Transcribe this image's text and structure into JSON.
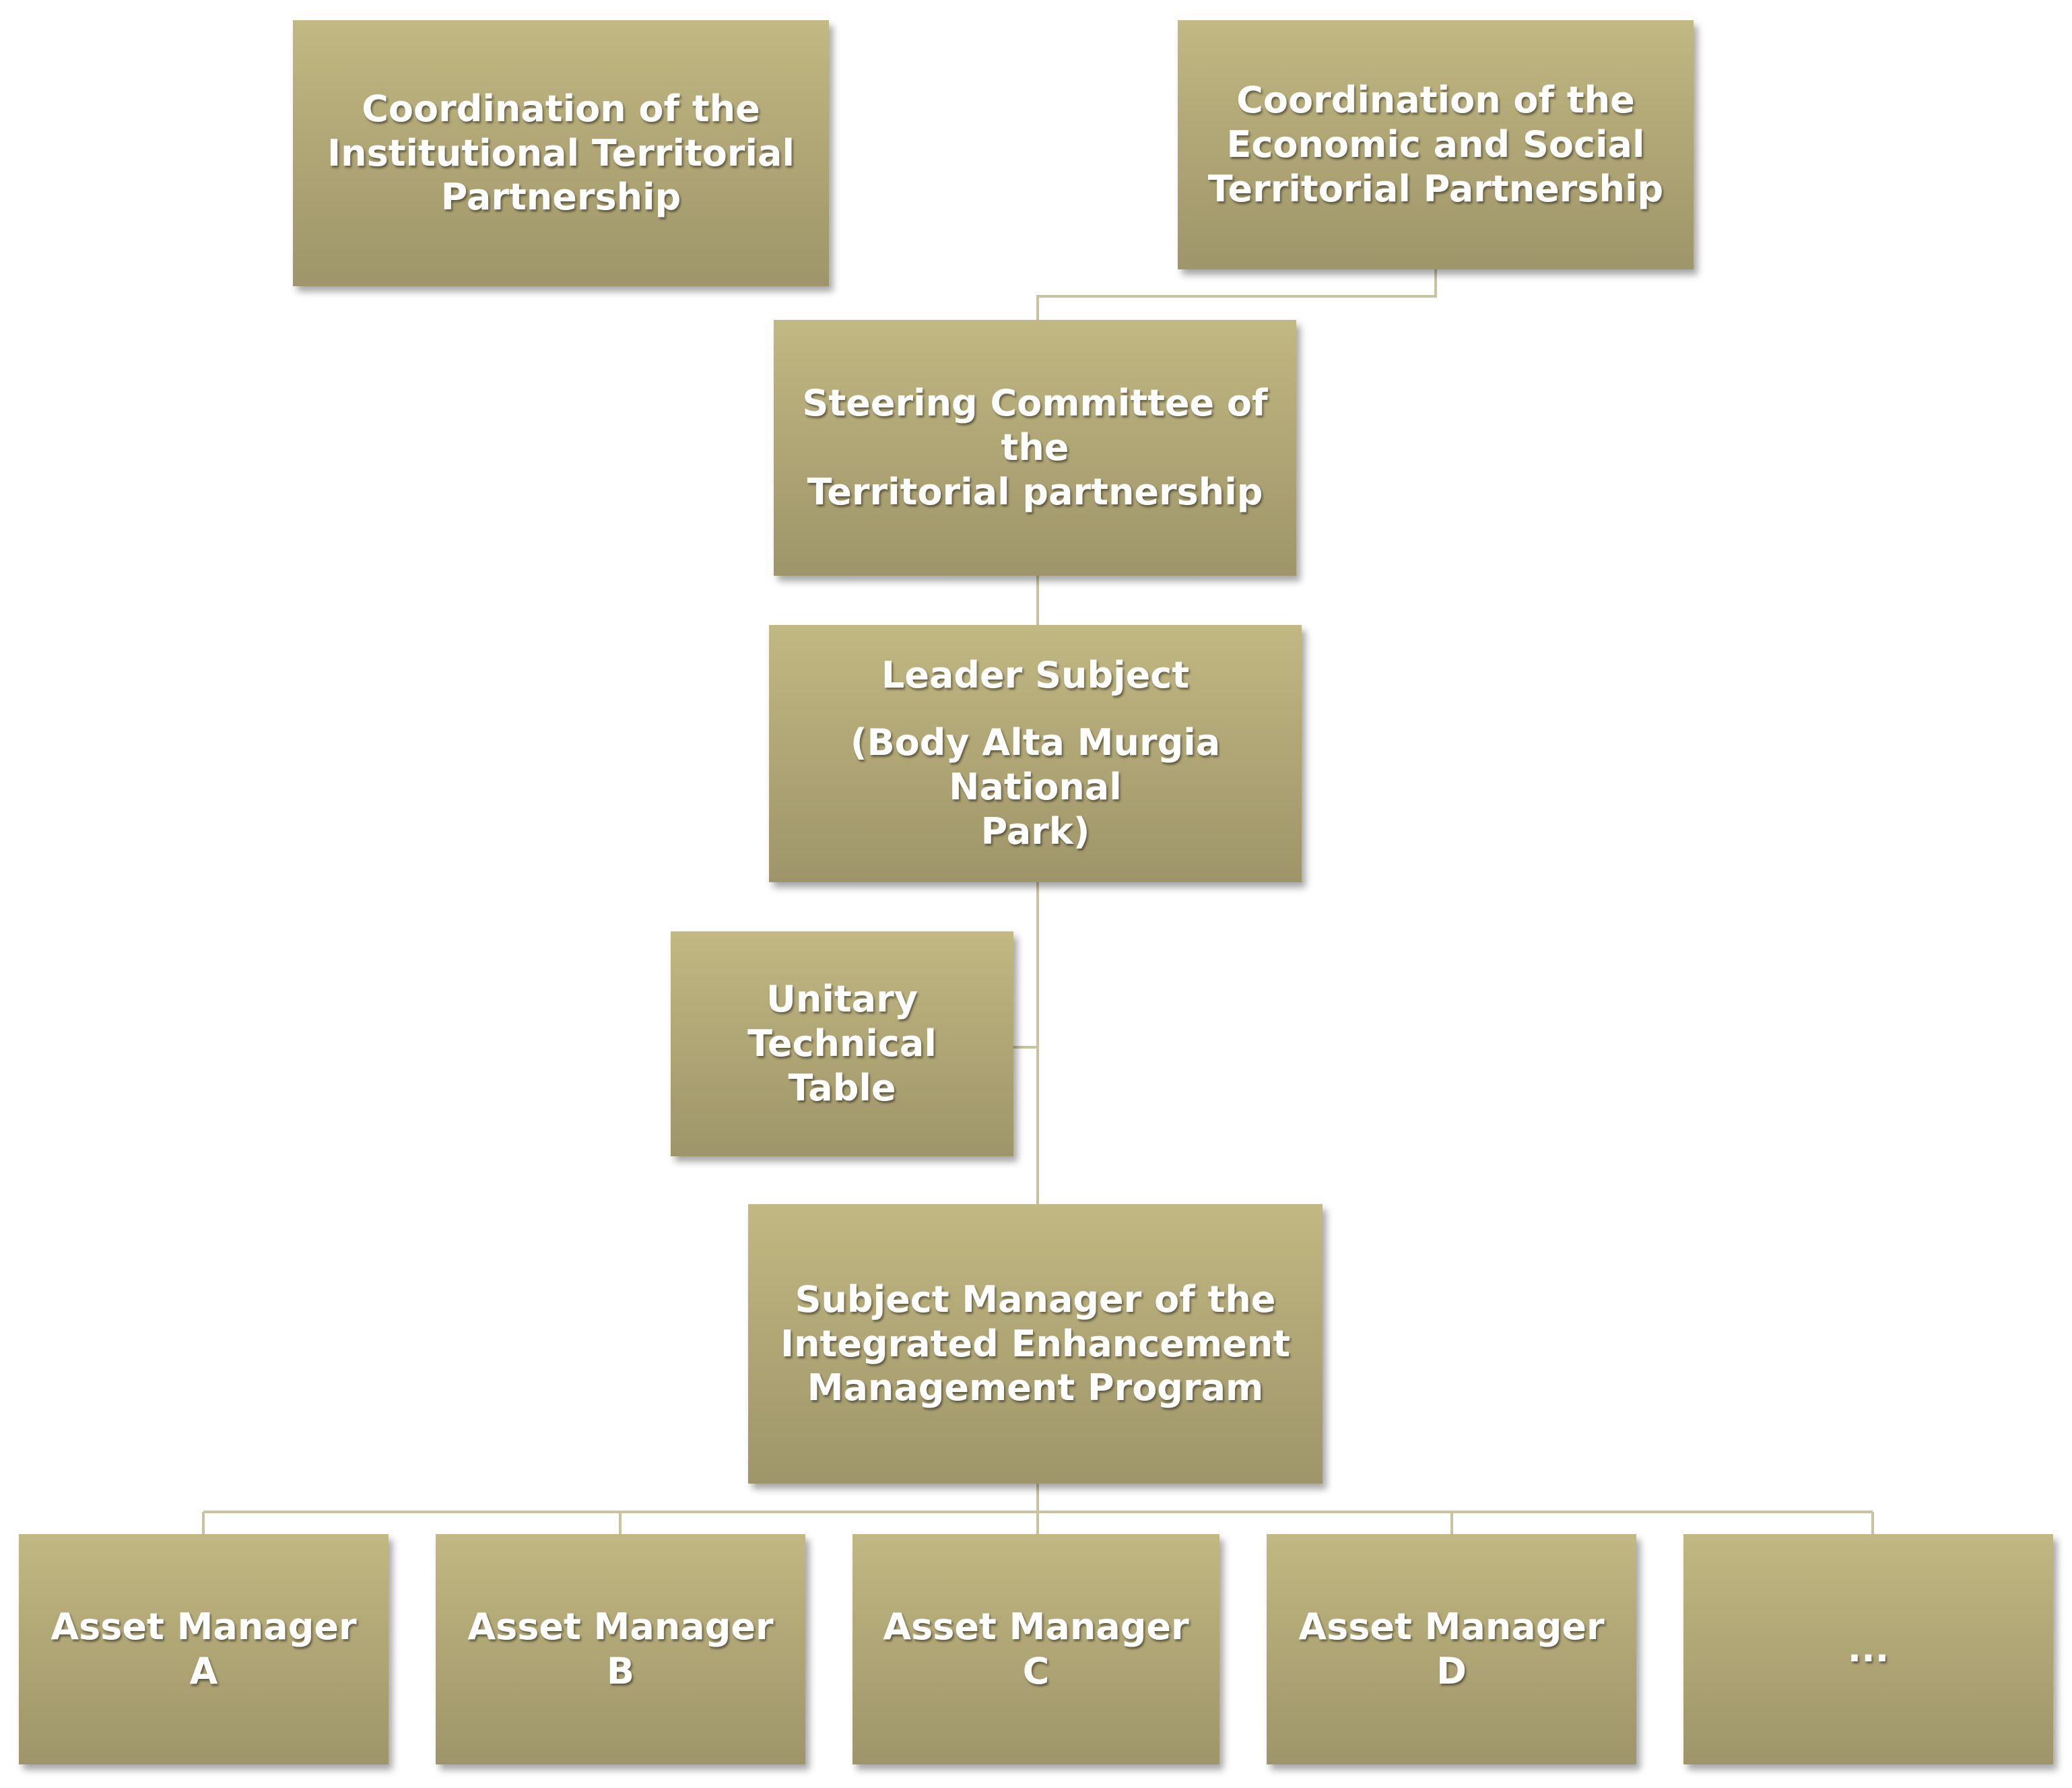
{
  "diagram": {
    "nodes": {
      "institutional": [
        "Coordination of the",
        "Institutional Territorial",
        "Partnership"
      ],
      "economic": [
        "Coordination of the",
        "Economic and Social",
        "Territorial Partnership"
      ],
      "steering": [
        "Steering Committee of the",
        "Territorial partnership"
      ],
      "leader_title": "Leader Subject",
      "leader_sub": [
        "(Body Alta Murgia National",
        "Park)"
      ],
      "unitary": [
        "Unitary Technical",
        "Table"
      ],
      "subject_manager": [
        "Subject Manager of the",
        "Integrated Enhancement",
        "Management Program"
      ],
      "asset_a": "Asset Manager A",
      "asset_b": "Asset Manager B",
      "asset_c": "Asset Manager C",
      "asset_d": "Asset Manager D",
      "asset_more": "..."
    },
    "colors": {
      "box_top": "#c1b883",
      "box_bottom": "#9e956a",
      "connector": "#c8c3a0",
      "text": "#ffffff"
    }
  }
}
